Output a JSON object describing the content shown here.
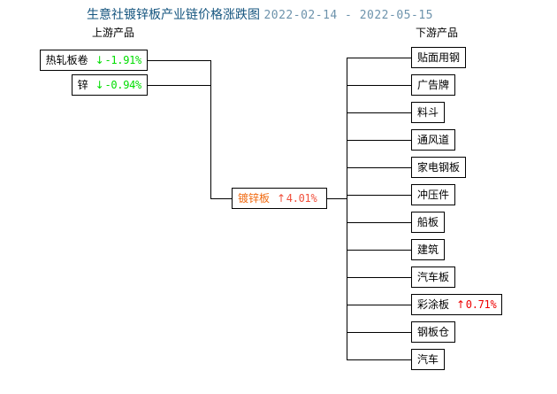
{
  "header": {
    "title_main": "生意社镀锌板产业链价格涨跌图",
    "date_range": "2022-02-14 - 2022-05-15",
    "upstream_label": "上游产品",
    "downstream_label": "下游产品"
  },
  "colors": {
    "title": "#15557f",
    "date": "#6d93ac",
    "down": "#00dd00",
    "up": "#ee0000",
    "center_name": "#f06a10",
    "center_change": "#f0503c",
    "box_border": "#000000",
    "background": "#ffffff"
  },
  "icons": {
    "arrow_down": "↓",
    "arrow_up": "↑"
  },
  "upstream": [
    {
      "name": "热轧板卷",
      "arrow": "↓",
      "change": "-1.91%",
      "dir": "down"
    },
    {
      "name": "锌",
      "arrow": "↓",
      "change": "-0.94%",
      "dir": "down"
    }
  ],
  "center": {
    "name": "镀锌板",
    "arrow": "↑",
    "change": "4.01%",
    "dir": "up"
  },
  "downstream": [
    {
      "name": "贴面用钢",
      "arrow": "",
      "change": "",
      "dir": "none"
    },
    {
      "name": "广告牌",
      "arrow": "",
      "change": "",
      "dir": "none"
    },
    {
      "name": "料斗",
      "arrow": "",
      "change": "",
      "dir": "none"
    },
    {
      "name": "通风道",
      "arrow": "",
      "change": "",
      "dir": "none"
    },
    {
      "name": "家电钢板",
      "arrow": "",
      "change": "",
      "dir": "none"
    },
    {
      "name": "冲压件",
      "arrow": "",
      "change": "",
      "dir": "none"
    },
    {
      "name": "船板",
      "arrow": "",
      "change": "",
      "dir": "none"
    },
    {
      "name": "建筑",
      "arrow": "",
      "change": "",
      "dir": "none"
    },
    {
      "name": "汽车板",
      "arrow": "",
      "change": "",
      "dir": "none"
    },
    {
      "name": "彩涂板",
      "arrow": "↑",
      "change": "0.71%",
      "dir": "up"
    },
    {
      "name": "钢板仓",
      "arrow": "",
      "change": "",
      "dir": "none"
    },
    {
      "name": "汽车",
      "arrow": "",
      "change": "",
      "dir": "none"
    }
  ]
}
